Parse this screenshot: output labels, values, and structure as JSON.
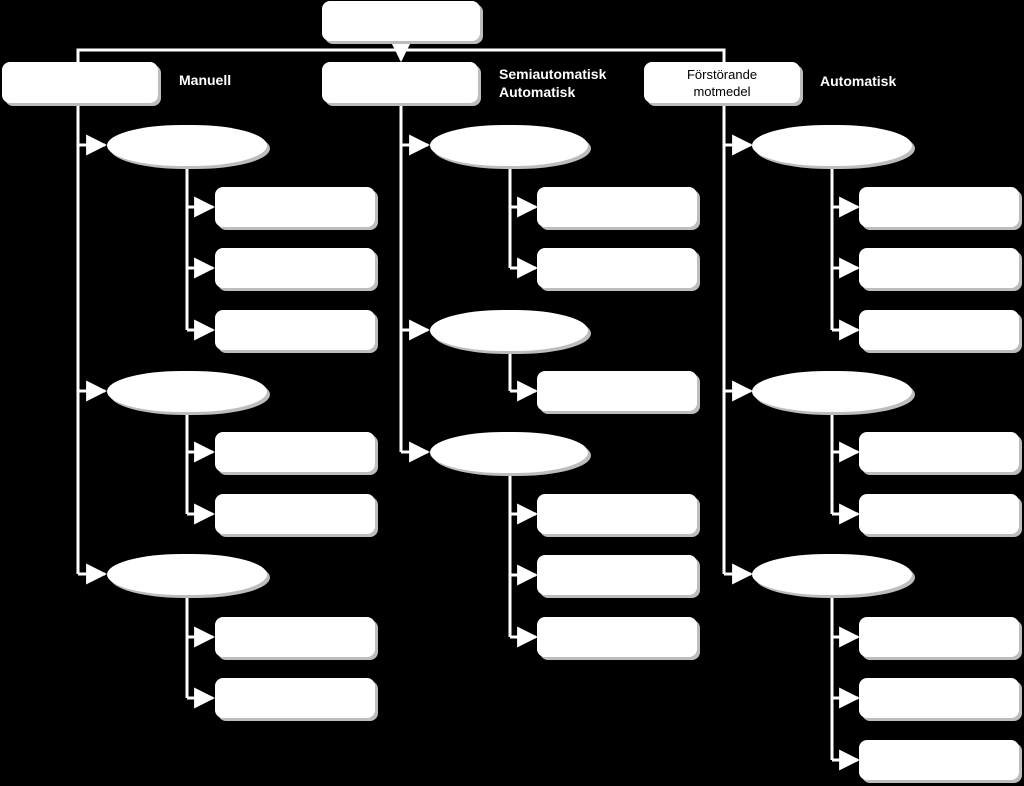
{
  "root": {
    "label": ""
  },
  "categories": [
    {
      "label": "",
      "mode": "Manuell"
    },
    {
      "label": "",
      "mode": "Semiautomatisk\nAutomatisk"
    },
    {
      "label": "Förstörande\nmotmedel",
      "mode": "Automatisk"
    }
  ],
  "groups": [
    {
      "label": "",
      "items": [
        "",
        "",
        ""
      ]
    },
    {
      "label": "",
      "items": [
        "",
        ""
      ]
    },
    {
      "label": "",
      "items": [
        "",
        ""
      ]
    },
    {
      "label": "",
      "items": [
        "",
        ""
      ]
    },
    {
      "label": "",
      "items": [
        ""
      ]
    },
    {
      "label": "",
      "items": [
        "",
        "",
        ""
      ]
    },
    {
      "label": "",
      "items": [
        "",
        "",
        ""
      ]
    },
    {
      "label": "",
      "items": [
        "",
        ""
      ]
    },
    {
      "label": "",
      "items": [
        "",
        "",
        ""
      ]
    }
  ]
}
